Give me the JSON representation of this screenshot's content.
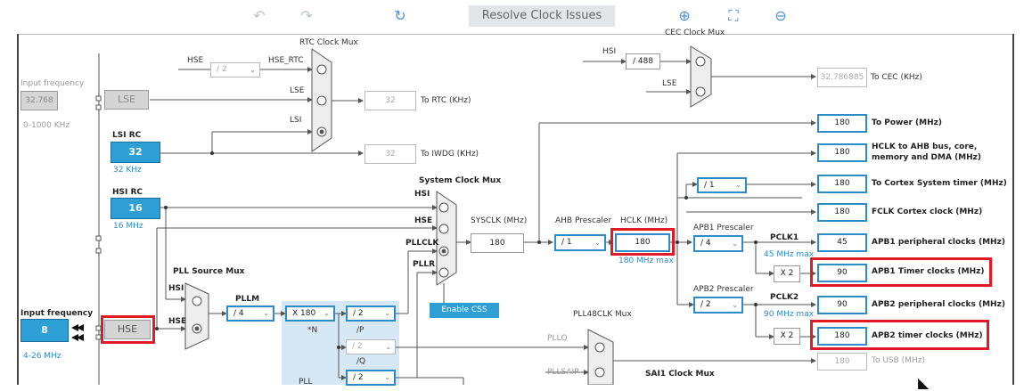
{
  "toolbar": {
    "undo_icon": "undo-icon",
    "redo_icon": "redo-icon",
    "refresh_icon": "refresh-icon",
    "resolve_label": "Resolve Clock Issues",
    "zoom_in_icon": "zoom-in-icon",
    "fit_icon": "fit-icon",
    "zoom_out_icon": "zoom-out-icon"
  },
  "left": {
    "input_freq_label": "Input frequency",
    "lse_freq": "32.768",
    "lse_range": "0-1000 KHz",
    "lse_label": "LSE",
    "lsi_rc_label": "LSI RC",
    "lsi_value": "32",
    "lsi_unit": "32 KHz",
    "hsi_rc_label": "HSI RC",
    "hsi_value": "16",
    "hsi_unit": "16 MHz",
    "hse_input_label": "Input frequency",
    "hse_freq": "8",
    "hse_range": "4-26 MHz",
    "hse_label": "HSE"
  },
  "rtc": {
    "mux_label": "RTC Clock Mux",
    "hse_label": "HSE",
    "div": "/ 2",
    "hse_rtc": "HSE_RTC",
    "lse": "LSE",
    "lsi": "LSI",
    "rtc_value": "32",
    "rtc_label": "To RTC (KHz)",
    "iwdg_value": "32",
    "iwdg_label": "To IWDG (KHz)"
  },
  "cec": {
    "mux_label": "CEC Clock Mux",
    "hsi": "HSI",
    "div": "/ 488",
    "lse": "LSE",
    "value": "32.786885",
    "label": "To CEC (KHz)"
  },
  "pll": {
    "source_mux_label": "PLL Source Mux",
    "hsi": "HSI",
    "hse": "HSE",
    "pllm_label": "PLLM",
    "pllm": "/ 4",
    "n": "X 180",
    "n_label": "*N",
    "p": "/ 2",
    "p_label": "/P",
    "q": "/ 2",
    "q_label": "/Q",
    "r": "/ 2",
    "pll_label": "PLL"
  },
  "sys": {
    "mux_label": "System Clock Mux",
    "hsi": "HSI",
    "hse": "HSE",
    "pllclk": "PLLCLK",
    "pllr": "PLLR",
    "sysclk_label": "SYSCLK (MHz)",
    "sysclk": "180",
    "css_label": "Enable CSS"
  },
  "ahb": {
    "prescaler_label": "AHB Prescaler",
    "prescaler": "/ 1",
    "hclk_label": "HCLK (MHz)",
    "hclk": "180",
    "hclk_max": "180 MHz max"
  },
  "apb1": {
    "prescaler_label": "APB1 Prescaler",
    "prescaler": "/ 4",
    "pclk_label": "PCLK1",
    "pclk_max": "45 MHz max",
    "x2": "X 2"
  },
  "apb2": {
    "prescaler_label": "APB2 Prescaler",
    "prescaler": "/ 2",
    "pclk_label": "PCLK2",
    "pclk_max": "90 MHz max",
    "x2": "X 2"
  },
  "outputs": {
    "power_value": "180",
    "power_label": "To Power (MHz)",
    "hclk_value": "180",
    "hclk_label_1": "HCLK to AHB bus, core,",
    "hclk_label_2": "memory and DMA (MHz)",
    "cortex_div": "/ 1",
    "cortex_value": "180",
    "cortex_label": "To Cortex System timer (MHz)",
    "fclk_value": "180",
    "fclk_label": "FCLK Cortex clock (MHz)",
    "apb1p_value": "45",
    "apb1p_label": "APB1 peripheral clocks (MHz)",
    "apb1t_value": "90",
    "apb1t_label": "APB1 Timer clocks (MHz)",
    "apb2p_value": "90",
    "apb2p_label": "APB2 peripheral clocks (MHz)",
    "apb2t_value": "180",
    "apb2t_label": "APB2 timer clocks (MHz)",
    "usb_value": "180",
    "usb_label": "To USB (MHz)"
  },
  "pll48": {
    "mux_label": "PLL48CLK Mux",
    "pllq": "PLLQ",
    "pllsaip": "PLLSAIP"
  },
  "sai1": {
    "mux_label": "SAI1 Clock Mux"
  }
}
